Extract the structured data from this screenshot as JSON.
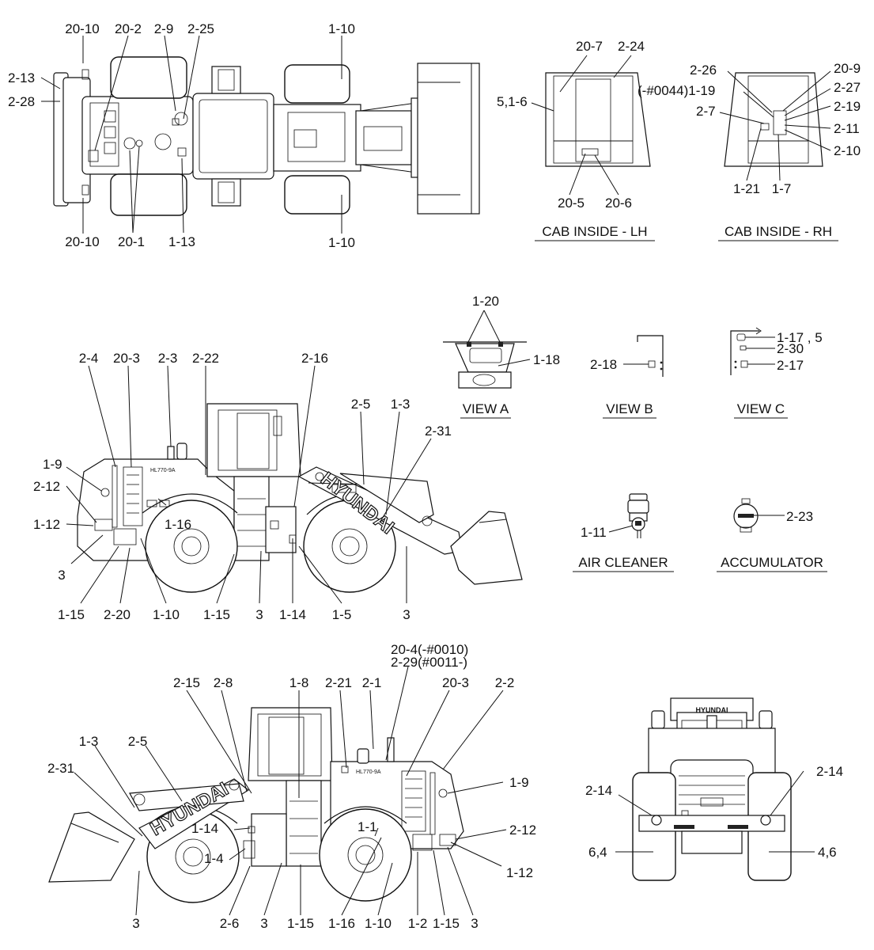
{
  "views": {
    "view_a": "VIEW A",
    "view_b": "VIEW B",
    "view_c": "VIEW C",
    "cab_lh": "CAB INSIDE - LH",
    "cab_rh": "CAB INSIDE - RH",
    "air_cleaner": "AIR CLEANER",
    "accumulator": "ACCUMULATOR"
  },
  "brand": {
    "name": "HYUNDAI",
    "model": "HL770-9A"
  },
  "callouts": {
    "top": {
      "c1": "20-10",
      "c2": "20-2",
      "c3": "2-9",
      "c4": "2-25",
      "c5": "1-10",
      "c6": "2-13",
      "c7": "2-28",
      "c8": "20-10",
      "c9": "20-1",
      "c10": "1-13",
      "c11": "1-10"
    },
    "cab_lh": {
      "c1": "20-7",
      "c2": "2-24",
      "c3": "5,1-6",
      "c4": "20-5",
      "c5": "20-6"
    },
    "cab_rh": {
      "c1": "2-26",
      "c2": "20-9",
      "c3": "(-#0044)1-19",
      "c4": "2-27",
      "c5": "2-19",
      "c6": "2-7",
      "c7": "2-11",
      "c8": "2-10",
      "c9": "1-21",
      "c10": "1-7"
    },
    "view_a": {
      "c1": "1-20",
      "c2": "1-18"
    },
    "view_b": {
      "c1": "2-18"
    },
    "view_c": {
      "c1": "1-17 , 5",
      "c2": "2-30",
      "c3": "2-17"
    },
    "air_cleaner": {
      "c1": "1-11"
    },
    "accumulator": {
      "c1": "2-23"
    },
    "left": {
      "c1": "2-4",
      "c2": "20-3",
      "c3": "2-3",
      "c4": "2-22",
      "c5": "2-16",
      "c6": "2-5",
      "c7": "1-3",
      "c8": "2-31",
      "c9": "1-9",
      "c10": "2-12",
      "c11": "1-12",
      "c12": "1-16",
      "c13": "3",
      "c14": "1-15",
      "c15": "2-20",
      "c16": "1-10",
      "c17": "1-15",
      "c18": "3",
      "c19": "1-14",
      "c20": "1-5",
      "c21": "3"
    },
    "right": {
      "c1": "20-4(-#0010)",
      "c2": "2-29(#0011-)",
      "c3": "2-15",
      "c4": "2-8",
      "c5": "1-8",
      "c6": "2-21",
      "c7": "2-1",
      "c8": "20-3",
      "c9": "2-2",
      "c10": "1-3",
      "c11": "2-5",
      "c12": "2-31",
      "c13": "1-9",
      "c14": "1-14",
      "c15": "1-1",
      "c16": "2-12",
      "c17": "1-4",
      "c18": "1-12",
      "c19": "3",
      "c20": "2-6",
      "c21": "3",
      "c22": "1-15",
      "c23": "1-16",
      "c24": "1-10",
      "c25": "1-2",
      "c26": "1-15",
      "c27": "3"
    },
    "rear": {
      "c1": "2-14",
      "c2": "2-14",
      "c3": "6,4",
      "c4": "4,6"
    }
  }
}
